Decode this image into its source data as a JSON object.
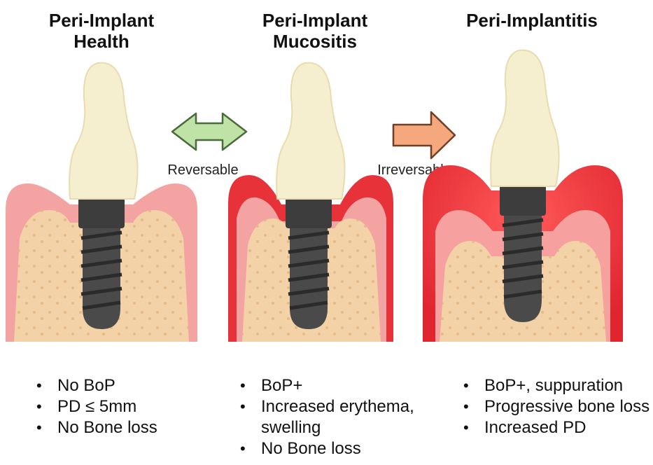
{
  "columns": [
    {
      "title_lines": [
        "Peri-Implant",
        "Health"
      ],
      "bullets": [
        "No BoP",
        "PD ≤ 5mm",
        "No Bone loss"
      ]
    },
    {
      "title_lines": [
        "Peri-Implant",
        "Mucositis"
      ],
      "bullets": [
        "BoP+",
        "Increased erythema, swelling",
        "No Bone loss"
      ]
    },
    {
      "title_lines": [
        "Peri-Implantitis"
      ],
      "bullets": [
        "BoP+, suppuration",
        "Progressive bone loss",
        "Increased PD"
      ]
    }
  ],
  "arrows": {
    "reversible_label": "Reversable",
    "irreversible_label": "Irreversable"
  },
  "colors": {
    "healthy_gum": "#f4a3a3",
    "inflamed_gum": "#e8323a",
    "bone": "#f3d2a8",
    "bone_dot": "#e5ba88",
    "implant": "#3d3d3d",
    "crown": "#f6efcf",
    "reversible_arrow": "#bfe3a6",
    "irreversible_arrow": "#f5a77e"
  }
}
